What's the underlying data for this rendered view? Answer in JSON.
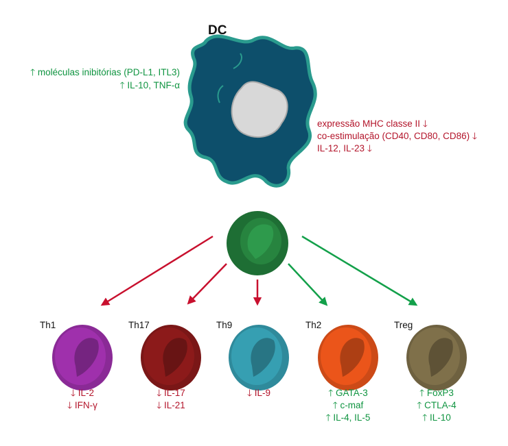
{
  "dc": {
    "title": "DC",
    "up_effects": [
      "moléculas inibitórias (PD-L1, ITL3)",
      "IL-10, TNF-α"
    ],
    "down_effects": [
      "expressão MHC classe II",
      "co-estimulação (CD40, CD80, CD86)",
      "IL-12, IL-23"
    ]
  },
  "arrows": {
    "up": "🡑",
    "down": "🡓"
  },
  "colors": {
    "up": "#0f9440",
    "down": "#b3142a"
  },
  "cells": [
    {
      "name": "Th1",
      "color": "#8a2a96",
      "effect": "down",
      "markers": [
        "IL-2",
        "IFN-γ"
      ]
    },
    {
      "name": "Th17",
      "color": "#7a1717",
      "effect": "down",
      "markers": [
        "IL-17",
        "IL-21"
      ]
    },
    {
      "name": "Th9",
      "color": "#2f8a9b",
      "effect": "down",
      "markers": [
        "IL-9"
      ]
    },
    {
      "name": "Th2",
      "color": "#cc4a17",
      "effect": "up",
      "markers": [
        "GATA-3",
        "c-maf",
        "IL-4, IL-5"
      ]
    },
    {
      "name": "Treg",
      "color": "#6e6140",
      "effect": "up",
      "markers": [
        "FoxP3",
        "CTLA-4",
        "IL-10"
      ]
    }
  ]
}
